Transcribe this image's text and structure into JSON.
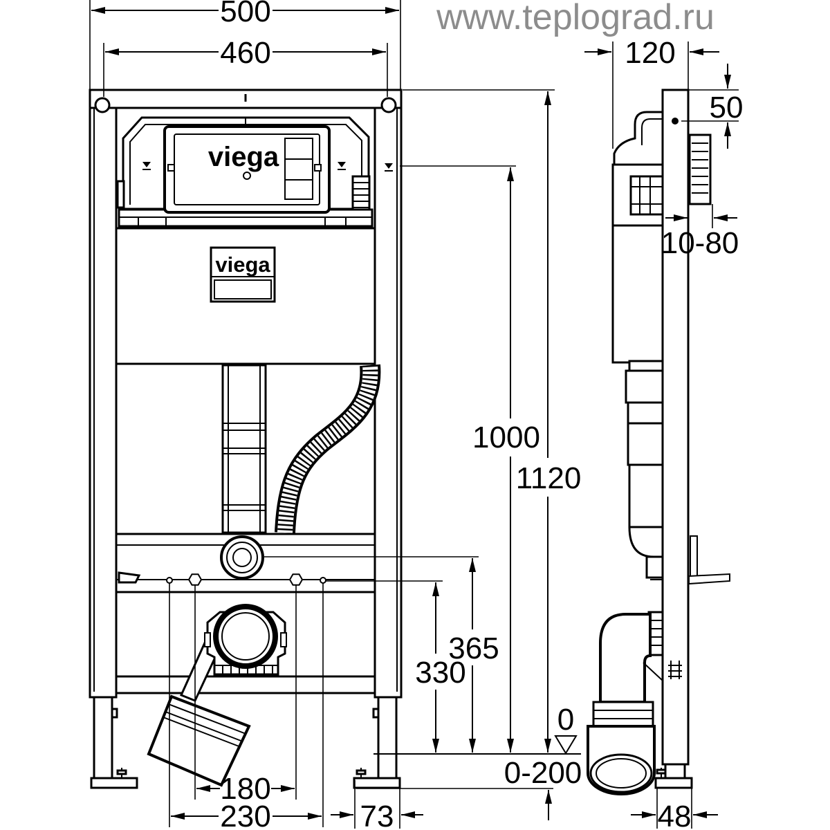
{
  "watermark": "www.teplograd.ru",
  "logos": {
    "cistern_logo": "viega",
    "plate_logo": "viega"
  },
  "front_view": {
    "dim_top_outer": "500",
    "dim_top_inner": "460",
    "dim_height_total": "1120",
    "dim_height_1000": "1000",
    "dim_height_365": "365",
    "dim_height_330": "330",
    "dim_floor_mark": "0",
    "dim_foot_range": "0-200",
    "dim_fixing_inner": "180",
    "dim_fixing_outer": "230",
    "dim_foot_width": "73"
  },
  "side_view": {
    "dim_depth": "120",
    "dim_top_offset": "50",
    "dim_wall_gap": "10-80",
    "dim_foot_depth": "48"
  },
  "colors": {
    "line": "#000000",
    "watermark": "#8c8c8c",
    "background": "#ffffff"
  }
}
